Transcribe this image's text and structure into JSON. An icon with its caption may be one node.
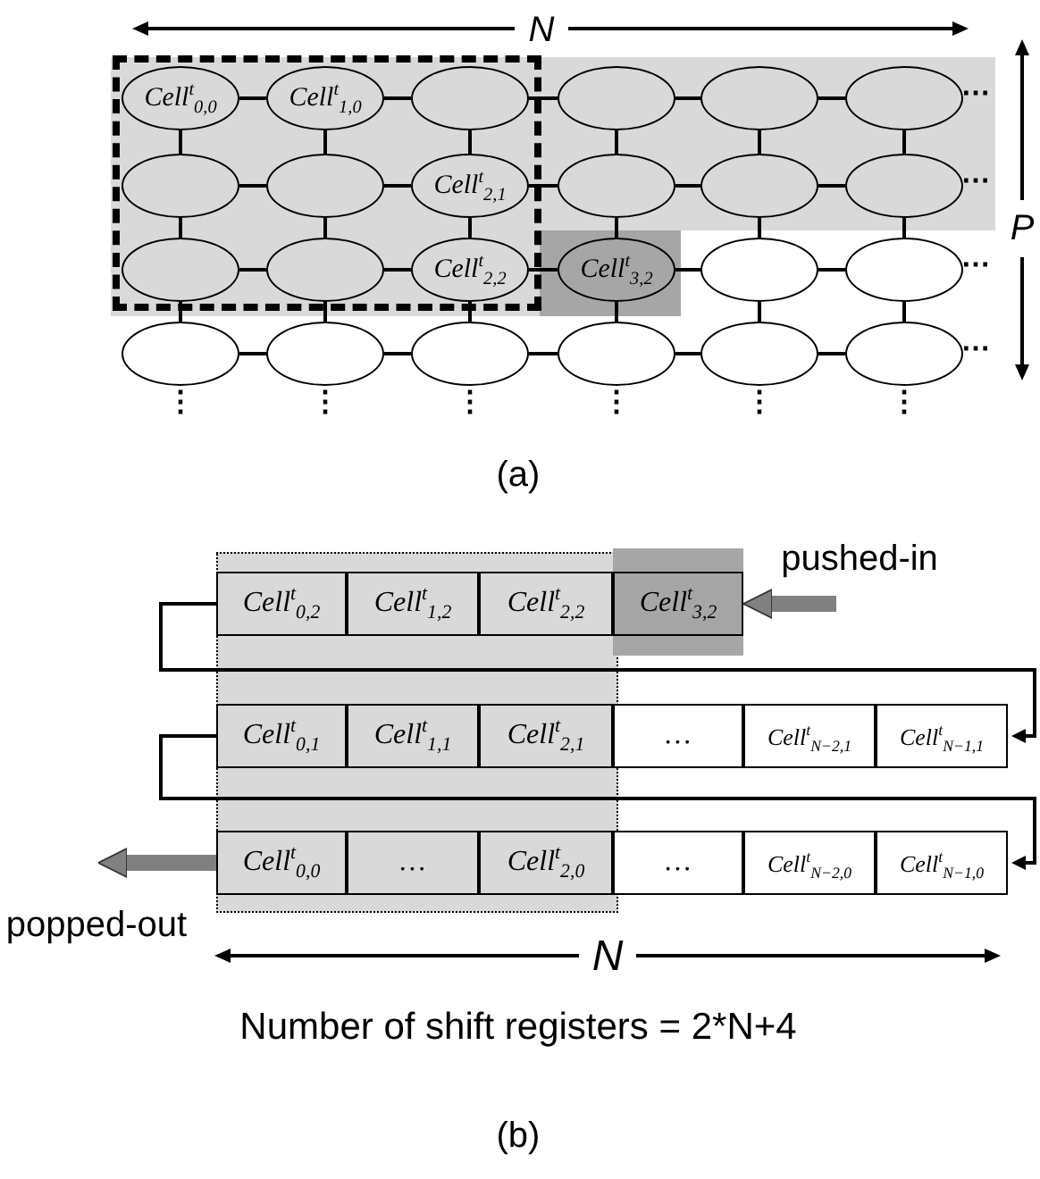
{
  "diagram": {
    "nodes": [
      {
        "text": [
          "Cell$^{t}$$_{0,0}$"
        ]
      },
      {
        "text": [
          "Cell$^{t}$$_{1,0}$"
        ]
      },
      {
        "text": [],
        "shape": "ellipse"
      },
      {
        "text": [],
        "shape": "ellipse"
      },
      {
        "text": [],
        "shape": "ellipse"
      },
      {
        "text": [],
        "shape": "ellipse"
      },
      {
        "text": [],
        "shape": "ellipse"
      },
      {
        "text": [],
        "shape": "ellipse"
      },
      {
        "text": [
          "Cell$^{t}$$_{2,1}$"
        ]
      },
      {
        "text": [],
        "shape": "ellipse"
      },
      {
        "text": [],
        "shape": "ellipse"
      },
      {
        "text": [],
        "shape": "ellipse"
      },
      {
        "text": [],
        "shape": "ellipse"
      },
      {
        "text": [],
        "shape": "ellipse"
      },
      {
        "text": [
          "Cell$^{t}$$_{2,2}$"
        ]
      },
      {
        "text": [
          "Cell$^{t}$$_{3,2}$"
        ]
      },
      {
        "text": [],
        "shape": "ellipse"
      },
      {
        "text": [],
        "shape": "ellipse"
      },
      {
        "text": [],
        "shape": "ellipse"
      },
      {
        "text": [],
        "shape": "ellipse"
      },
      {
        "text": [],
        "shape": "ellipse"
      },
      {
        "text": [],
        "shape": "ellipse"
      },
      {
        "text": [],
        "shape": "ellipse"
      },
      {
        "text": [],
        "shape": "ellipse"
      },
      {
        "text": [
          "Cell$^{t}$$_{0,2}$"
        ]
      },
      {
        "text": [
          "Cell$^{t}$$_{1,2}$"
        ]
      },
      {
        "text": [
          "Cell$^{t}$$_{2,2}$"
        ]
      },
      {
        "text": [
          "Cell$^{t}$$_{3,2}$"
        ]
      },
      {
        "text": [
          "Cell$^{t}$$_{0,1}$"
        ]
      },
      {
        "text": [
          "Cell$^{t}$$_{1,1}$"
        ]
      },
      {
        "text": [
          "Cell$^{t}$$_{2,1}$"
        ]
      },
      {
        "text": [
          "…"
        ]
      },
      {
        "text": [
          "Cell$^{t}$$_{N−2,1}$"
        ]
      },
      {
        "text": [
          "Cell$^{t}$$_{N−1,1}$"
        ]
      },
      {
        "text": [
          "Cell$^{t}$$_{0,0}$"
        ]
      },
      {
        "text": [
          "…"
        ]
      },
      {
        "text": [
          "Cell$^{t}$$_{2,0}$"
        ]
      },
      {
        "text": [
          "…"
        ]
      },
      {
        "text": [
          "Cell$^{t}$$_{N−2,0}$"
        ]
      },
      {
        "text": [
          "Cell$^{t}$$_{N−1,0}$"
        ]
      }
    ],
    "edges": [
      {
        "from": 0,
        "to": 1,
        "arrow": "none"
      },
      {
        "from": 1,
        "to": 2,
        "arrow": "none"
      },
      {
        "from": 2,
        "to": 3,
        "arrow": "none"
      },
      {
        "from": 3,
        "to": 4,
        "arrow": "none"
      },
      {
        "from": 4,
        "to": 5,
        "arrow": "none"
      },
      {
        "from": 6,
        "to": 7,
        "arrow": "none"
      },
      {
        "from": 7,
        "to": 8,
        "arrow": "none"
      },
      {
        "from": 8,
        "to": 9,
        "arrow": "none"
      },
      {
        "from": 9,
        "to": 10,
        "arrow": "none"
      },
      {
        "from": 10,
        "to": 11,
        "arrow": "none"
      },
      {
        "from": 12,
        "to": 13,
        "arrow": "none"
      },
      {
        "from": 13,
        "to": 14,
        "arrow": "none"
      },
      {
        "from": 14,
        "to": 15,
        "arrow": "none"
      },
      {
        "from": 15,
        "to": 16,
        "arrow": "none"
      },
      {
        "from": 16,
        "to": 17,
        "arrow": "none"
      },
      {
        "from": 18,
        "to": 19,
        "arrow": "none"
      },
      {
        "from": 19,
        "to": 20,
        "arrow": "none"
      },
      {
        "from": 20,
        "to": 21,
        "arrow": "none"
      },
      {
        "from": 21,
        "to": 22,
        "arrow": "none"
      },
      {
        "from": 22,
        "to": 23,
        "arrow": "none"
      },
      {
        "from": 0,
        "to": 6,
        "arrow": "none"
      },
      {
        "from": 1,
        "to": 7,
        "arrow": "none"
      },
      {
        "from": 2,
        "to": 8,
        "arrow": "none"
      },
      {
        "from": 3,
        "to": 9,
        "arrow": "none"
      },
      {
        "from": 4,
        "to": 10,
        "arrow": "none"
      },
      {
        "from": 5,
        "to": 11,
        "arrow": "none"
      },
      {
        "from": 6,
        "to": 12,
        "arrow": "none"
      },
      {
        "from": 7,
        "to": 13,
        "arrow": "none"
      },
      {
        "from": 8,
        "to": 14,
        "arrow": "none"
      },
      {
        "from": 9,
        "to": 15,
        "arrow": "none"
      },
      {
        "from": 10,
        "to": 16,
        "arrow": "none"
      },
      {
        "from": 11,
        "to": 17,
        "arrow": "none"
      },
      {
        "from": 12,
        "to": 18,
        "arrow": "none"
      },
      {
        "from": 13,
        "to": 19,
        "arrow": "none"
      },
      {
        "from": 14,
        "to": 20,
        "arrow": "none"
      },
      {
        "from": 15,
        "to": 21,
        "arrow": "none"
      },
      {
        "from": 16,
        "to": 22,
        "arrow": "none"
      },
      {
        "from": 17,
        "to": 23,
        "arrow": "none"
      },
      {
        "from": 24,
        "to": 33,
        "arrow": "to"
      },
      {
        "from": 28,
        "to": 39,
        "arrow": "to"
      },
      {
        "from": null,
        "to": 27,
        "arrow": "to",
        "style": "thick",
        "color": "#808080"
      },
      {
        "from": 34,
        "to": null,
        "arrow": "to",
        "style": "thick",
        "color": "#808080"
      }
    ],
    "labels": [
      "N",
      "⋯",
      "⋯",
      "P",
      "⋯",
      "⋯",
      "⋮",
      "⋮",
      "⋮",
      "⋮",
      "⋮",
      "⋮",
      "(a)",
      "pushed-in",
      "popped-out",
      "N",
      "Number of shift registers = 2*N+4",
      "(b)"
    ]
  }
}
